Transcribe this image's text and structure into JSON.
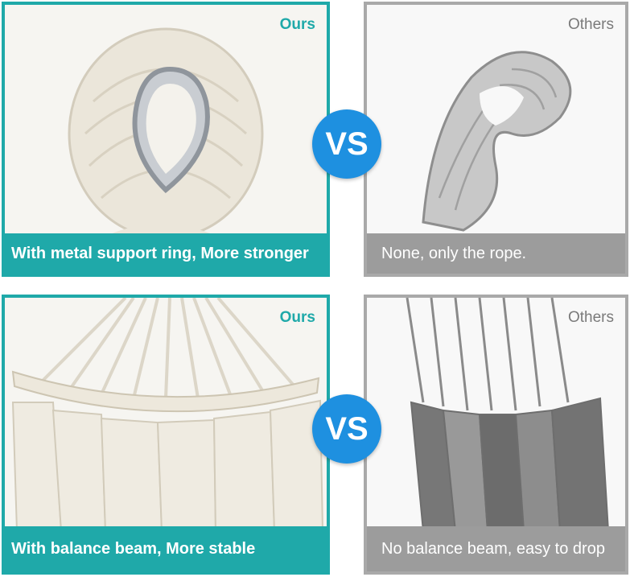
{
  "panels": [
    {
      "tag": "Ours",
      "caption": "With metal support ring, More stronger",
      "image_icon": "rope-with-metal-ring-icon"
    },
    {
      "tag": "Others",
      "caption": "None, only the rope.",
      "image_icon": "rope-loop-icon"
    },
    {
      "tag": "Ours",
      "caption": "With balance beam, More stable",
      "image_icon": "hammock-with-beam-icon"
    },
    {
      "tag": "Others",
      "caption": "No balance beam, easy to drop",
      "image_icon": "hammock-without-beam-icon"
    }
  ],
  "vs": [
    "VS",
    "VS"
  ],
  "colors": {
    "ours_accent": "#1fa9a9",
    "others_accent": "#9c9c9c",
    "vs_badge": "#1e90e0"
  }
}
